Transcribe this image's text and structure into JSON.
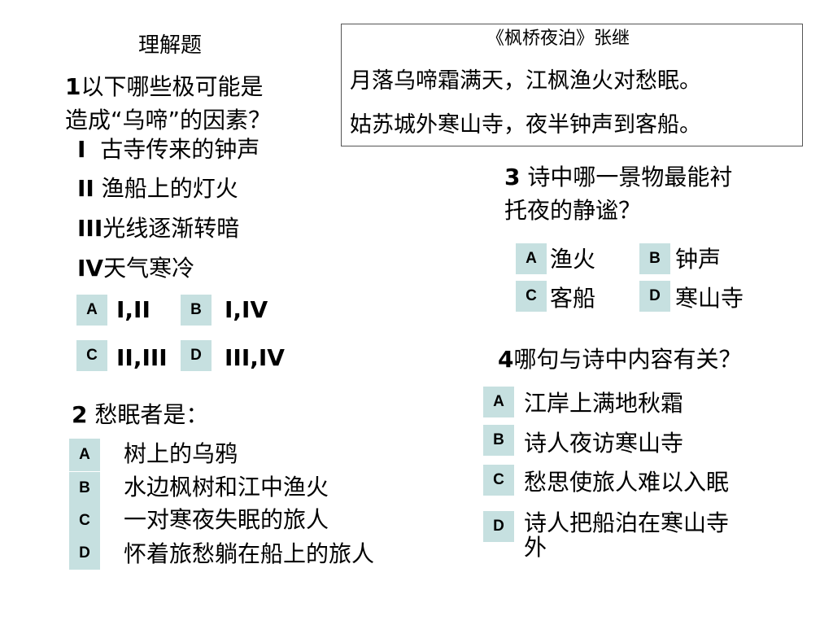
{
  "title": "理解题",
  "poem": {
    "title": "《枫桥夜泊》张继",
    "line1": "月落乌啼霜满天，江枫渔火对愁眠。",
    "line2": "姑苏城外寒山寺，夜半钟声到客船。"
  },
  "q1": {
    "number": "1",
    "prompt_line1": "以下哪些极可能是",
    "prompt_line2": "造成“乌啼”的因素？",
    "factors": [
      {
        "numeral": "I",
        "text": "古寺传来的钟声"
      },
      {
        "numeral": "II",
        "text": "渔船上的灯火"
      },
      {
        "numeral": "III",
        "text": "光线逐渐转暗"
      },
      {
        "numeral": "IV",
        "text": "天气寒冷"
      }
    ],
    "options": [
      {
        "letter": "A",
        "text": "I,II"
      },
      {
        "letter": "B",
        "text": "I,IV"
      },
      {
        "letter": "C",
        "text": "II,III"
      },
      {
        "letter": "D",
        "text": "III,IV"
      }
    ]
  },
  "q2": {
    "number": "2",
    "prompt": "愁眠者是：",
    "options": [
      {
        "letter": "A",
        "text": "树上的乌鸦"
      },
      {
        "letter": "B",
        "text": "水边枫树和江中渔火"
      },
      {
        "letter": "C",
        "text": "一对寒夜失眠的旅人"
      },
      {
        "letter": "D",
        "text": "怀着旅愁躺在船上的旅人"
      }
    ]
  },
  "q3": {
    "number": "3",
    "prompt_line1": "诗中哪一景物最能衬",
    "prompt_line2": "托夜的静谧？",
    "options": [
      {
        "letter": "A",
        "text": "渔火"
      },
      {
        "letter": "B",
        "text": "钟声"
      },
      {
        "letter": "C",
        "text": "客船"
      },
      {
        "letter": "D",
        "text": "寒山寺"
      }
    ]
  },
  "q4": {
    "number": "4",
    "prompt": "哪句与诗中内容有关？",
    "options": [
      {
        "letter": "A",
        "text": "江岸上满地秋霜"
      },
      {
        "letter": "B",
        "text": "诗人夜访寒山寺"
      },
      {
        "letter": "C",
        "text": "愁思使旅人难以入眠"
      },
      {
        "letter": "D",
        "text_line1": "诗人把船泊在寒山寺",
        "text_line2": "外"
      }
    ]
  },
  "colors": {
    "badge_bg": "#c6e0e0",
    "text": "#000000",
    "box_border": "#555555"
  }
}
